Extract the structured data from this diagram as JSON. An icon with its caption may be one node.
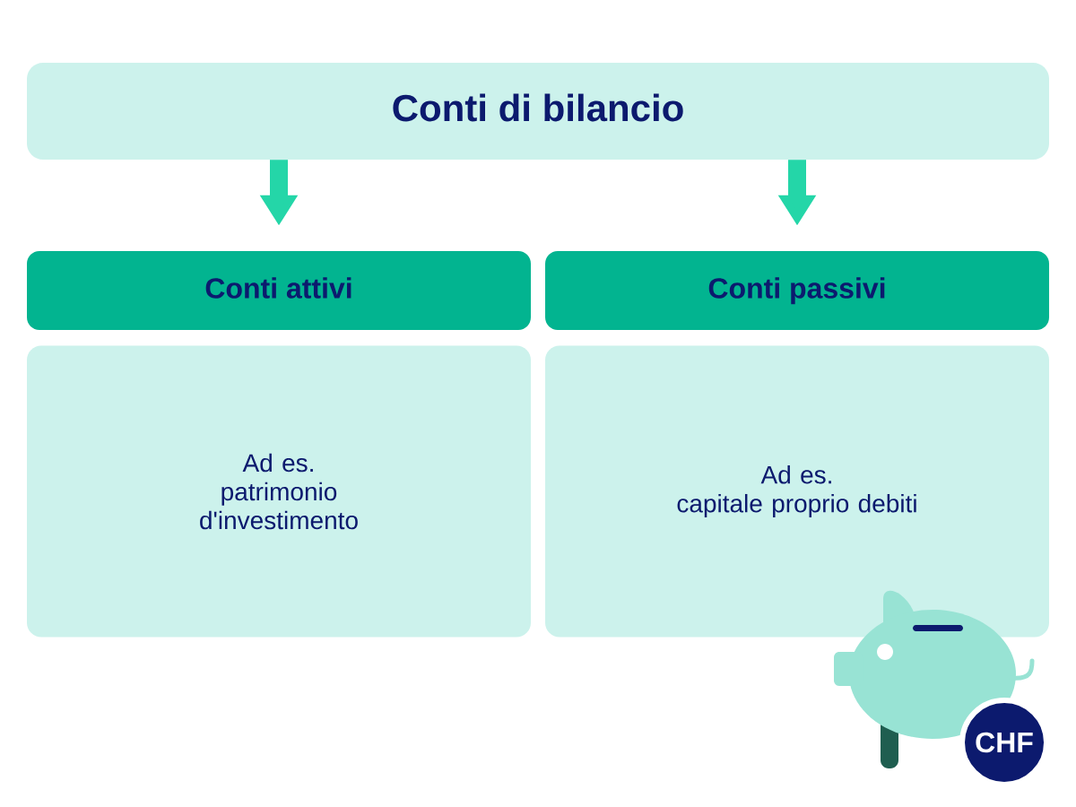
{
  "diagram": {
    "nodes": [
      {
        "text": [
          "Conti di bilancio"
        ]
      },
      {
        "text": [
          "Conti attivi"
        ]
      },
      {
        "text": [
          "Conti passivi"
        ]
      },
      {
        "text": [
          "Ad es. patrimonio d'investimento"
        ]
      },
      {
        "text": [
          "Ad es. capitale proprio debiti"
        ]
      },
      {
        "text": [
          "CHF"
        ]
      }
    ],
    "edges": [
      {
        "from": 0,
        "to": 1,
        "arrow": "to"
      },
      {
        "from": 0,
        "to": 2,
        "arrow": "to"
      }
    ]
  }
}
